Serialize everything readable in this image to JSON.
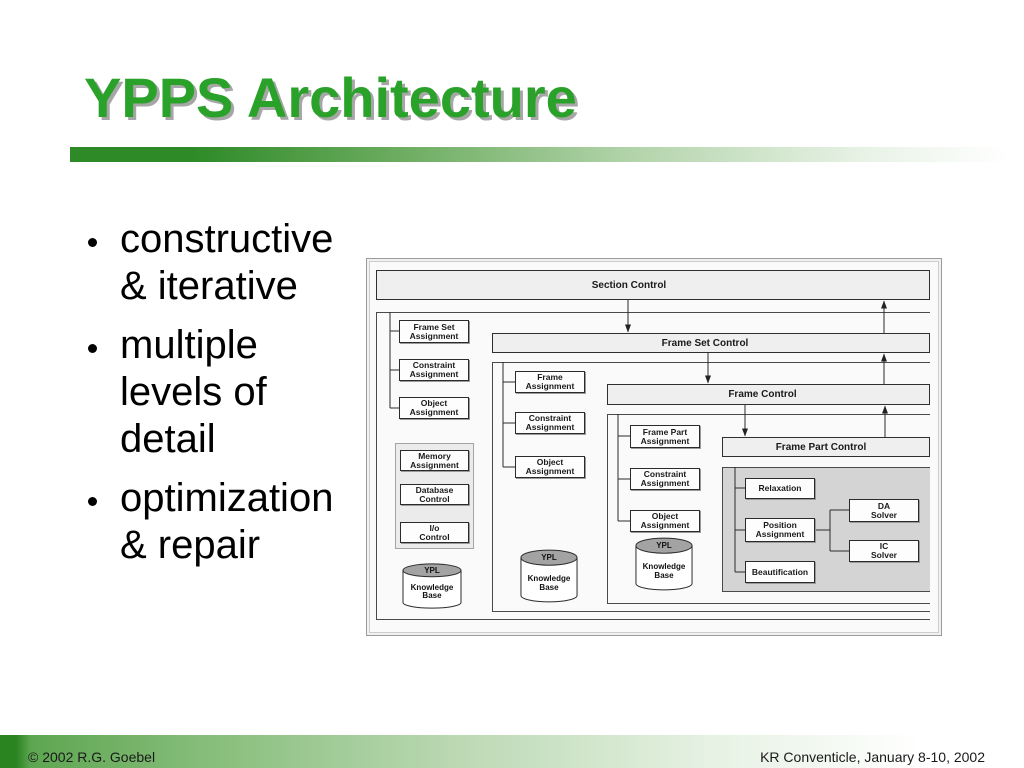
{
  "slide": {
    "title": "YPPS Architecture",
    "bullets": [
      "constructive\n& iterative",
      "multiple\nlevels of\ndetail",
      "optimization\n& repair"
    ],
    "footer": {
      "left": "© 2002 R.G. Goebel",
      "right": "KR Conventicle, January 8-10, 2002"
    }
  },
  "diagram": {
    "section_control": "Section Control",
    "level1": {
      "assignments": [
        "Frame Set\nAssignment",
        "Constraint\nAssignment",
        "Object\nAssignment"
      ],
      "control": "Frame Set Control"
    },
    "level2": {
      "assignments": [
        "Frame\nAssignment",
        "Constraint\nAssignment",
        "Object\nAssignment"
      ],
      "control": "Frame Control"
    },
    "level3": {
      "assignments": [
        "Frame Part\nAssignment",
        "Constraint\nAssignment",
        "Object\nAssignment"
      ],
      "control": "Frame Part Control"
    },
    "level4": {
      "steps": [
        "Relaxation",
        "Position\nAssignment",
        "Beautification"
      ],
      "solvers": [
        "DA\nSolver",
        "IC\nSolver"
      ]
    },
    "system": [
      "Memory\nAssignment",
      "Database\nControl",
      "I/o\nControl"
    ],
    "knowledge_bases": [
      {
        "name": "YPL",
        "label": "Knowledge\nBase"
      },
      {
        "name": "YPL",
        "label": "Knowledge\nBase"
      },
      {
        "name": "YPL",
        "label": "Knowledge\nBase"
      }
    ]
  },
  "colors": {
    "title": "#2aa22a",
    "accent": "#2e8a27",
    "shaded_region": "#d4d4d4"
  }
}
